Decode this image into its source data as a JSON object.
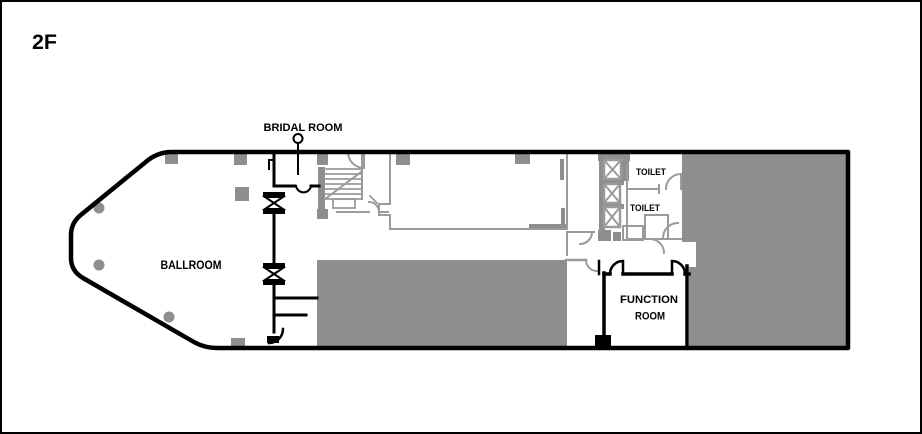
{
  "title": {
    "floor": "2F"
  },
  "labels": {
    "bridal_room": "BRIDAL ROOM",
    "ballroom": "BALLROOM",
    "toilet_upper": "TOILET",
    "toilet_lower": "TOILET",
    "function_line1": "FUNCTION",
    "function_line2": "ROOM"
  },
  "colors": {
    "wall": "#000000",
    "fill_gray": "#8e8e8e",
    "line_gray": "#9b9b9b",
    "background": "#ffffff"
  }
}
